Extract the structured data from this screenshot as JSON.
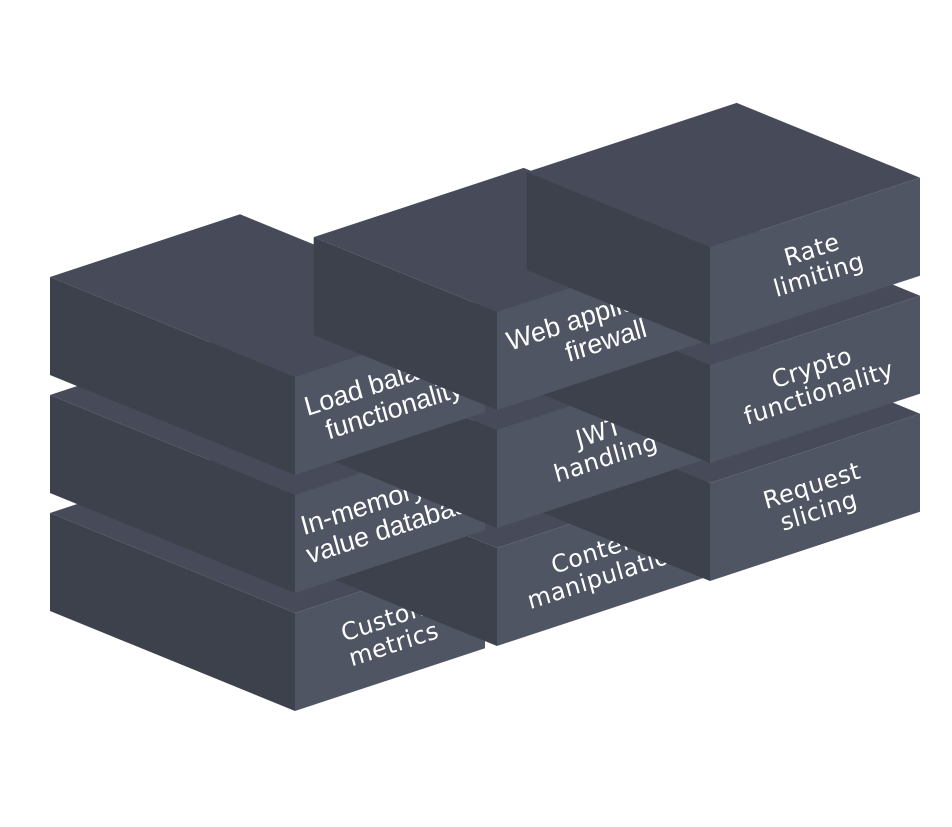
{
  "diagram": {
    "title": "",
    "colors": {
      "top": "#474b59",
      "left": "#3d414c",
      "front": "#505564",
      "text": "#ffffff",
      "background": "#ffffff"
    },
    "blocks": [
      {
        "id": "load-balancer",
        "row": 0,
        "col": 0,
        "lines": [
          "Load balancer",
          "functionality"
        ],
        "style": "narrow"
      },
      {
        "id": "web-application-firewall",
        "row": 0,
        "col": 1,
        "lines": [
          "Web application",
          "firewall"
        ],
        "style": "narrow"
      },
      {
        "id": "rate-limiting",
        "row": 0,
        "col": 2,
        "lines": [
          "Rate",
          "limiting"
        ],
        "style": "wide"
      },
      {
        "id": "in-memory-kv-database",
        "row": 1,
        "col": 0,
        "lines": [
          "In-memory key",
          "value database"
        ],
        "style": "narrow"
      },
      {
        "id": "jwt-handling",
        "row": 1,
        "col": 1,
        "lines": [
          "JWT",
          "handling"
        ],
        "style": "wide"
      },
      {
        "id": "crypto-functionality",
        "row": 1,
        "col": 2,
        "lines": [
          "Crypto",
          "functionality"
        ],
        "style": "wide"
      },
      {
        "id": "custom-metrics",
        "row": 2,
        "col": 0,
        "lines": [
          "Custom",
          "metrics"
        ],
        "style": "wide"
      },
      {
        "id": "content-manipulation",
        "row": 2,
        "col": 1,
        "lines": [
          "Content",
          "manipulation"
        ],
        "style": "wide"
      },
      {
        "id": "request-slicing",
        "row": 2,
        "col": 2,
        "lines": [
          "Request",
          "slicing"
        ],
        "style": "wide"
      }
    ]
  }
}
